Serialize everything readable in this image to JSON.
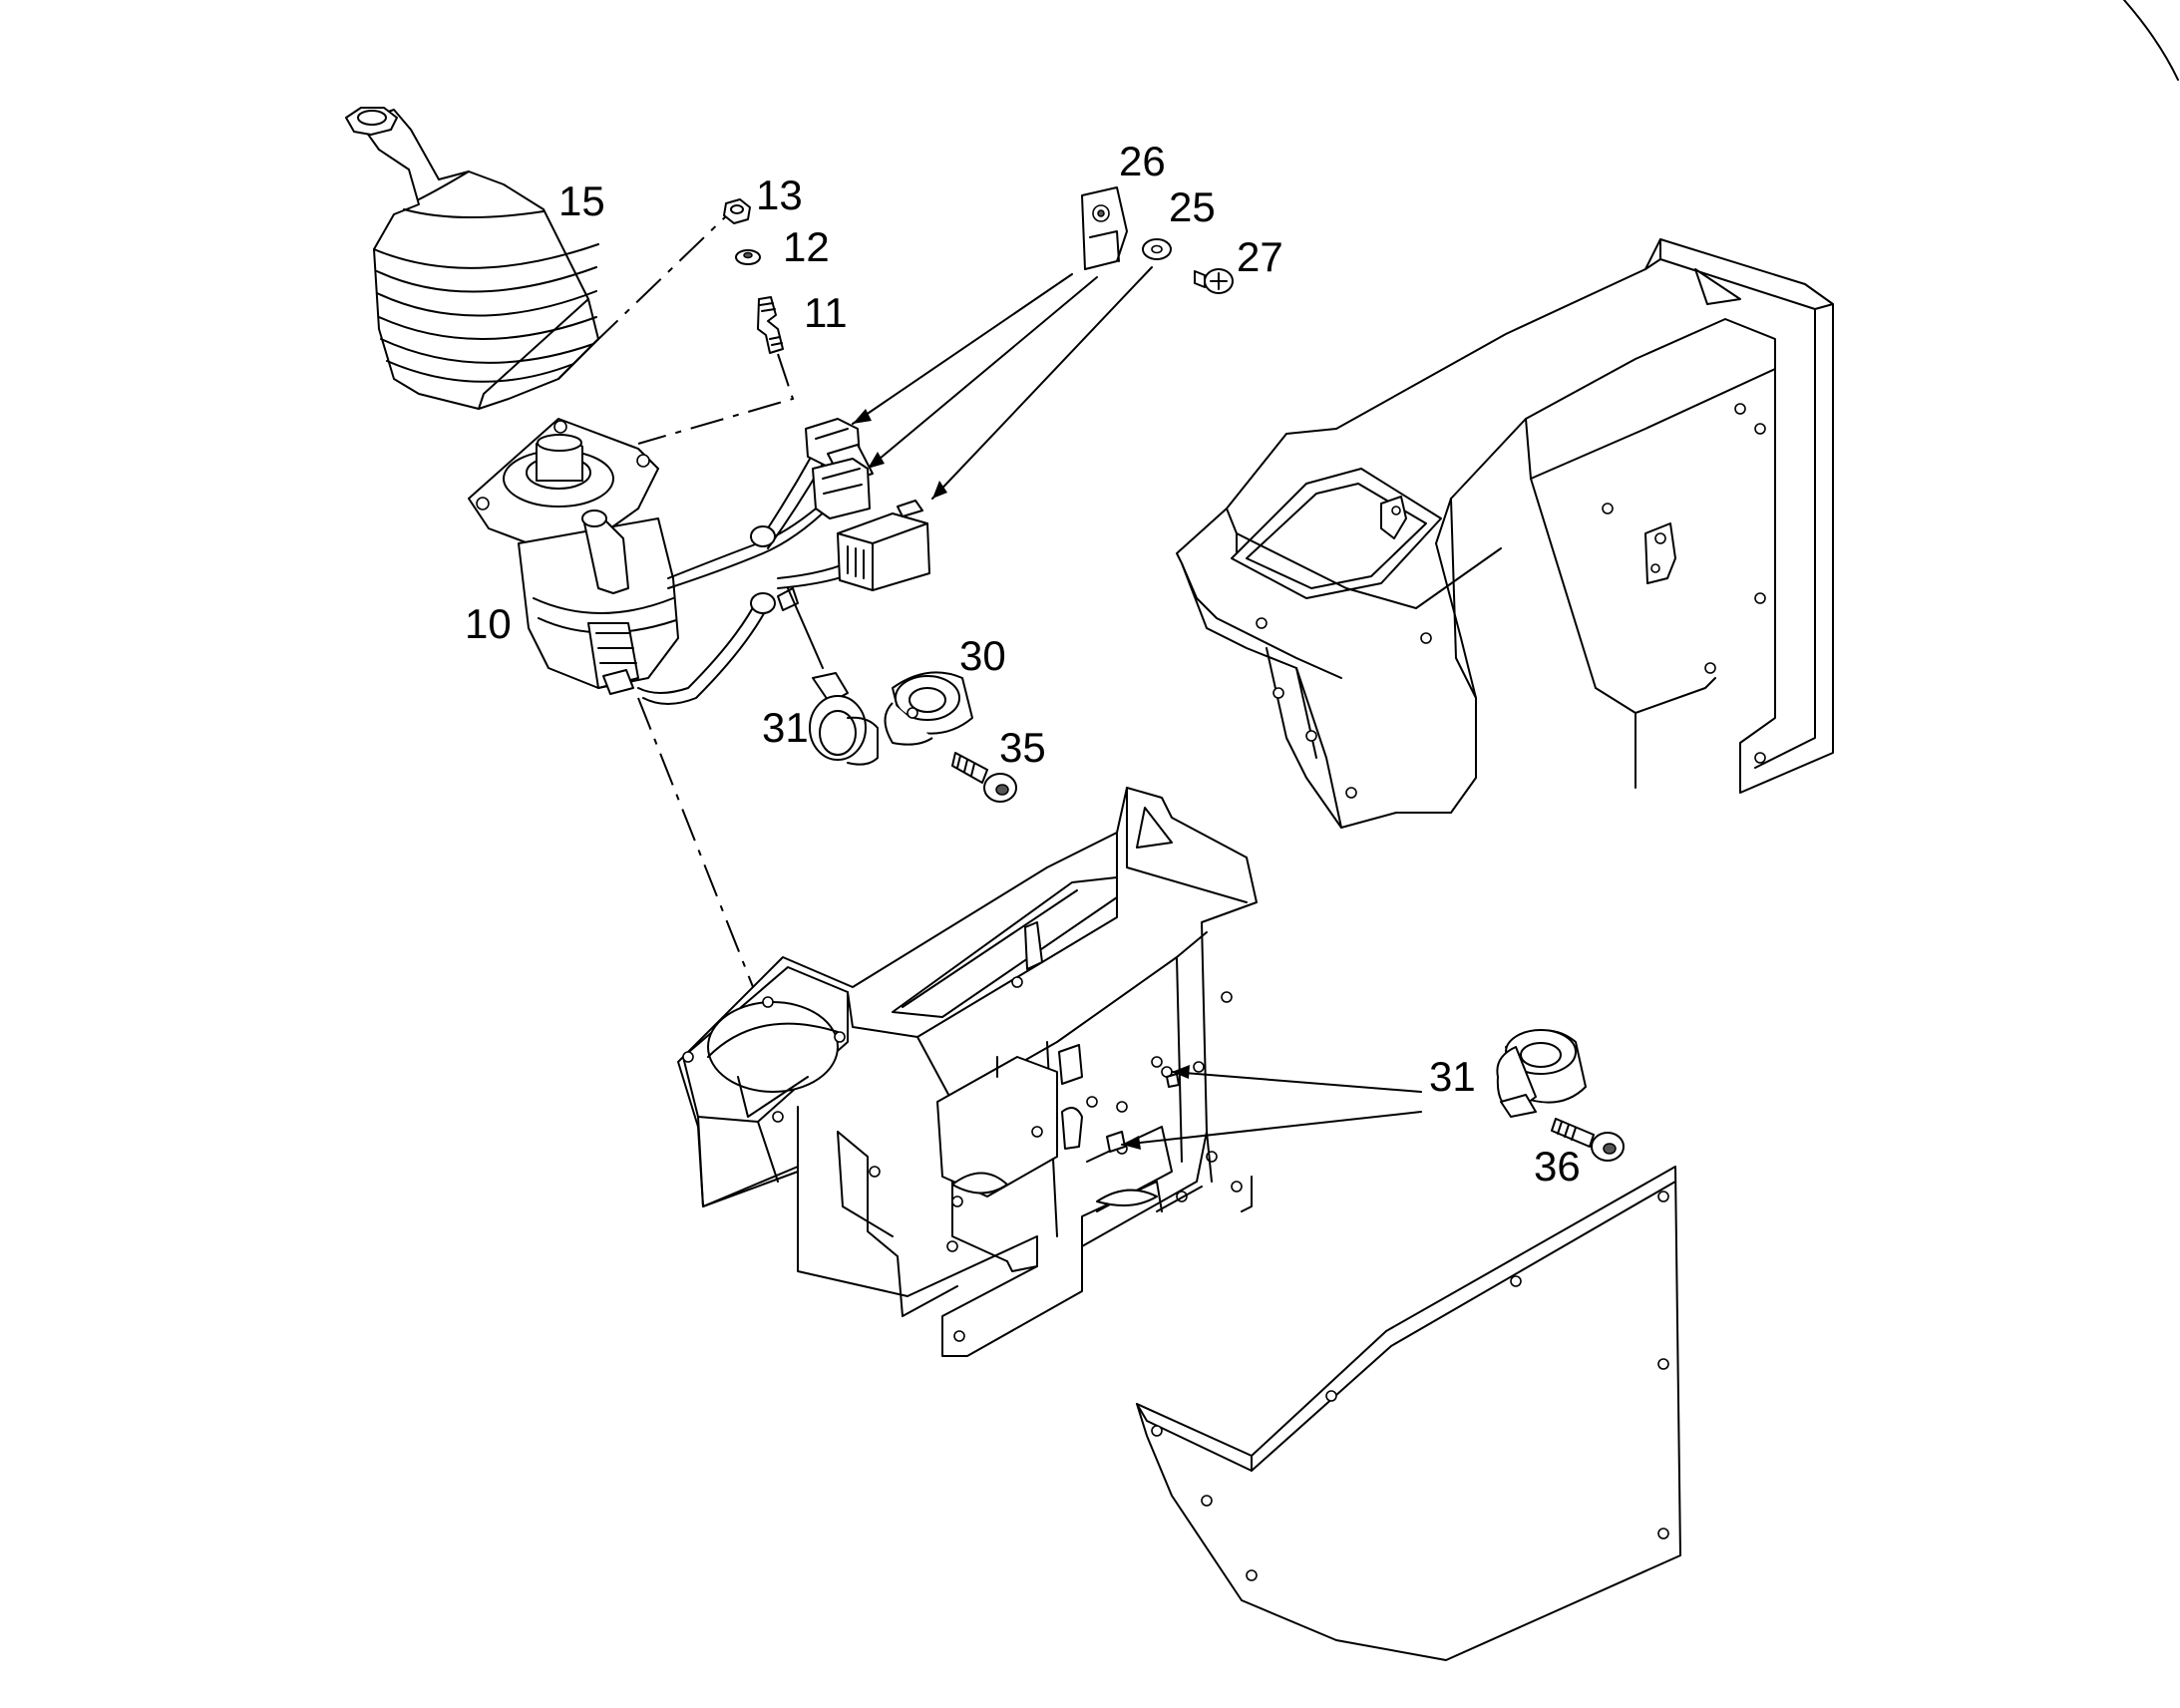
{
  "diagram": {
    "callouts": [
      {
        "id": "c15",
        "label": "15"
      },
      {
        "id": "c13",
        "label": "13"
      },
      {
        "id": "c12",
        "label": "12"
      },
      {
        "id": "c11",
        "label": "11"
      },
      {
        "id": "c26",
        "label": "26"
      },
      {
        "id": "c25",
        "label": "25"
      },
      {
        "id": "c27",
        "label": "27"
      },
      {
        "id": "c10",
        "label": "10"
      },
      {
        "id": "c30",
        "label": "30"
      },
      {
        "id": "c31a",
        "label": "31"
      },
      {
        "id": "c35",
        "label": "35"
      },
      {
        "id": "c31b",
        "label": "31"
      },
      {
        "id": "c36",
        "label": "36"
      }
    ]
  }
}
